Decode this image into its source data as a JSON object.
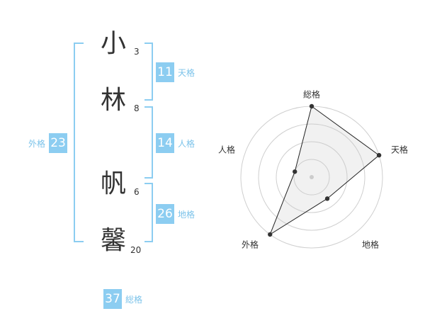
{
  "name": {
    "chars": [
      {
        "char": "小",
        "strokes": "3"
      },
      {
        "char": "林",
        "strokes": "8"
      },
      {
        "char": "帆",
        "strokes": "6"
      },
      {
        "char": "馨",
        "strokes": "20"
      }
    ]
  },
  "scores": {
    "tenkaku": {
      "value": "11",
      "label": "天格"
    },
    "jinkaku": {
      "value": "14",
      "label": "人格"
    },
    "chikaku": {
      "value": "26",
      "label": "地格"
    },
    "gaikaku": {
      "value": "23",
      "label": "外格"
    },
    "soukaku": {
      "value": "37",
      "label": "総格"
    }
  },
  "colors": {
    "accent": "#8ccdf1",
    "label": "#7cc3ea",
    "text": "#333333"
  },
  "chart_data": {
    "type": "radar",
    "axes": [
      "総格",
      "天格",
      "地格",
      "外格",
      "人格"
    ],
    "values": [
      4,
      4,
      1.5,
      4,
      1
    ],
    "max": 4,
    "rings": 4
  }
}
